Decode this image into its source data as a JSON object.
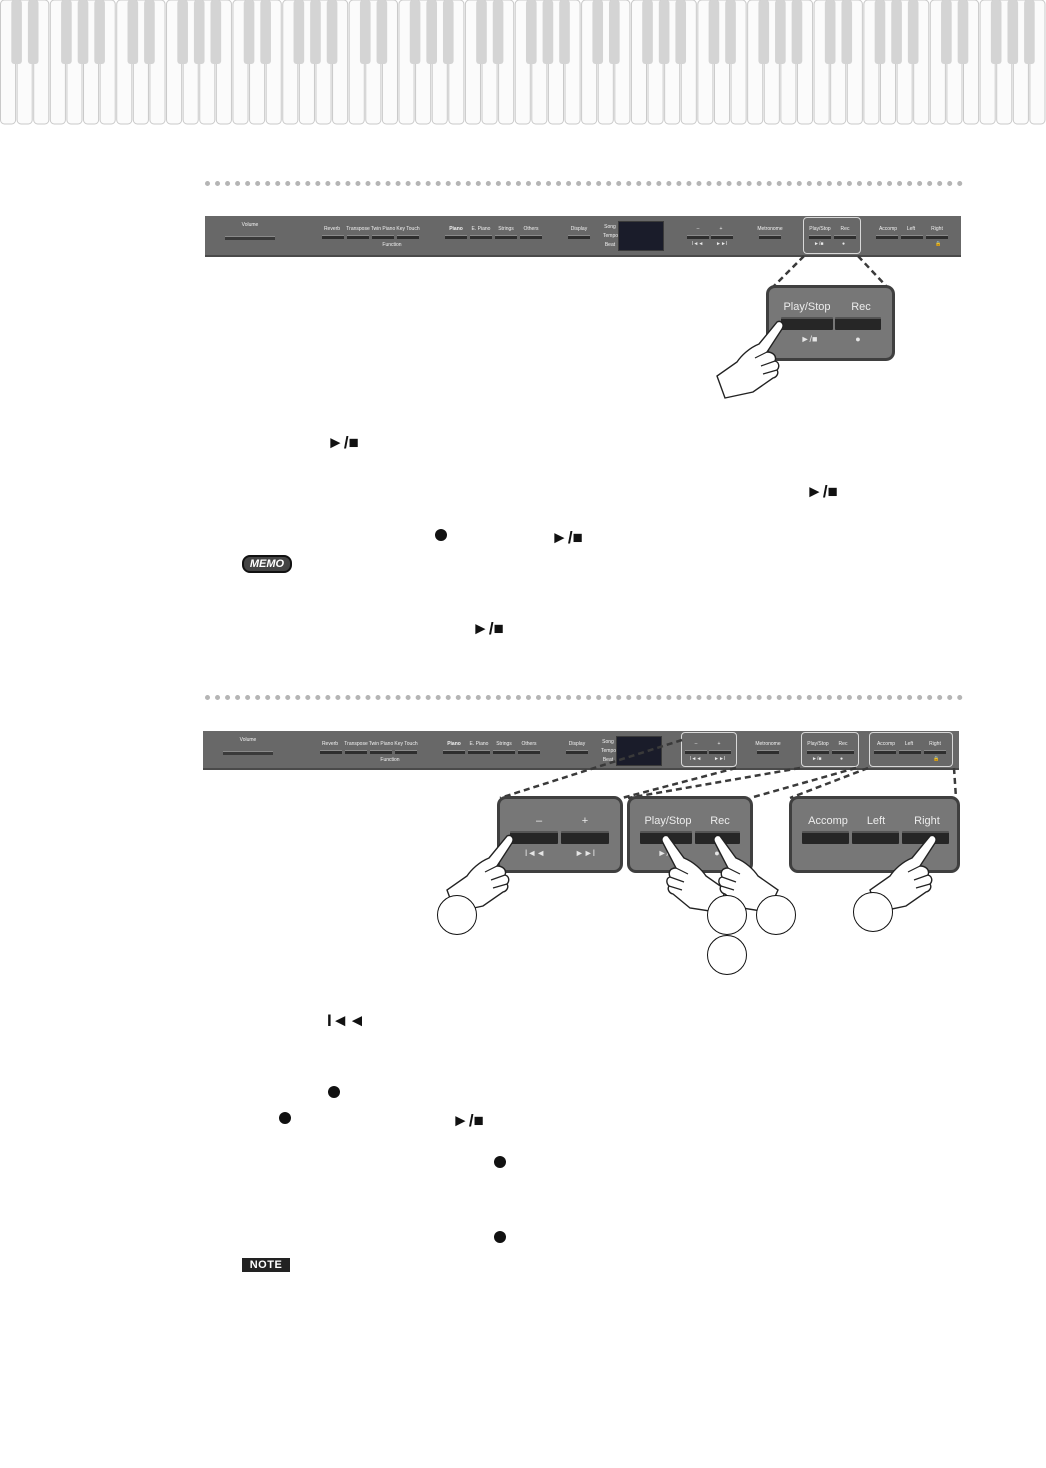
{
  "panel_labels": {
    "volume": "Volume",
    "reverb": "Reverb",
    "transpose": "Transpose",
    "twin_piano": "Twin Piano",
    "key_touch": "Key Touch",
    "function": "Function",
    "piano": "Piano",
    "e_piano": "E. Piano",
    "strings": "Strings",
    "others": "Others",
    "display": "Display",
    "song": "Song",
    "tempo": "Tempo",
    "beat": "Beat",
    "minus": "–",
    "plus": "+",
    "metronome": "Metronome",
    "play_stop": "Play/Stop",
    "rec": "Rec",
    "accomp": "Accomp",
    "left": "Left",
    "right": "Right"
  },
  "symbols": {
    "play_stop": "►/■",
    "skip_back": "I◄◄",
    "skip_forward": "►►I",
    "rec_dot": "●",
    "lock": "🔒"
  },
  "badges": {
    "memo": "MEMO",
    "note": "NOTE"
  }
}
